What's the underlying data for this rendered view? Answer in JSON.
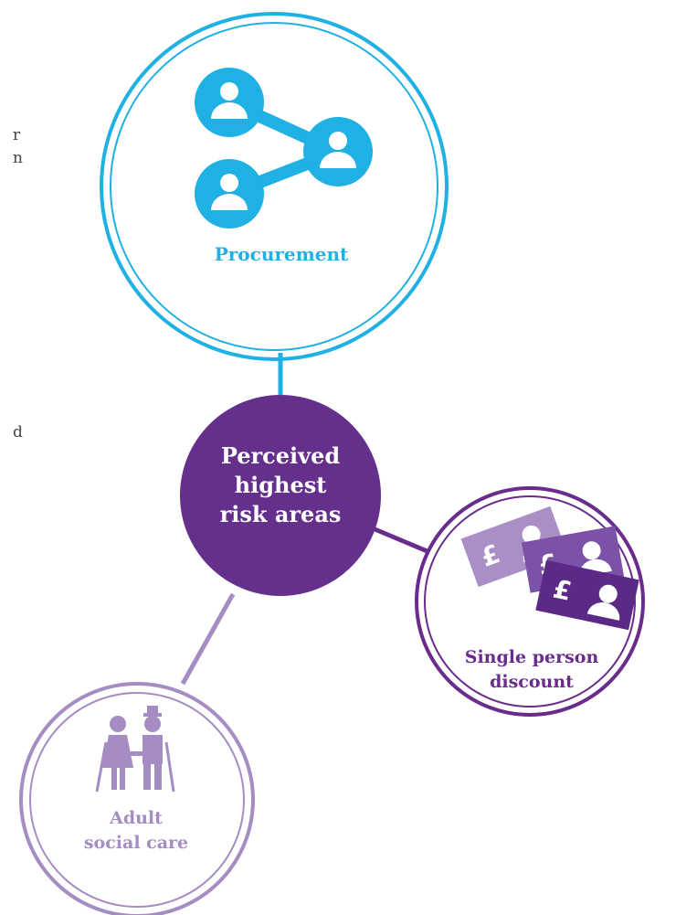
{
  "colors": {
    "procurement": "#1fb0e4",
    "center": "#64308c",
    "single_person": "#6a2c8c",
    "adult_care": "#a58cc2",
    "note_1": "#a98fc6",
    "note_2": "#7b52a8"
  },
  "margin_fragments": [
    "r",
    "n",
    "d"
  ],
  "center": {
    "line1": "Perceived",
    "line2": "highest",
    "line3": "risk areas"
  },
  "nodes": {
    "procurement": {
      "label": "Procurement",
      "icon": "network-people-icon"
    },
    "single_person": {
      "label_line1": "Single person",
      "label_line2": "discount",
      "icon": "banknotes-icon"
    },
    "adult_care": {
      "label_line1": "Adult",
      "label_line2": "social care",
      "icon": "elderly-couple-icon"
    }
  }
}
